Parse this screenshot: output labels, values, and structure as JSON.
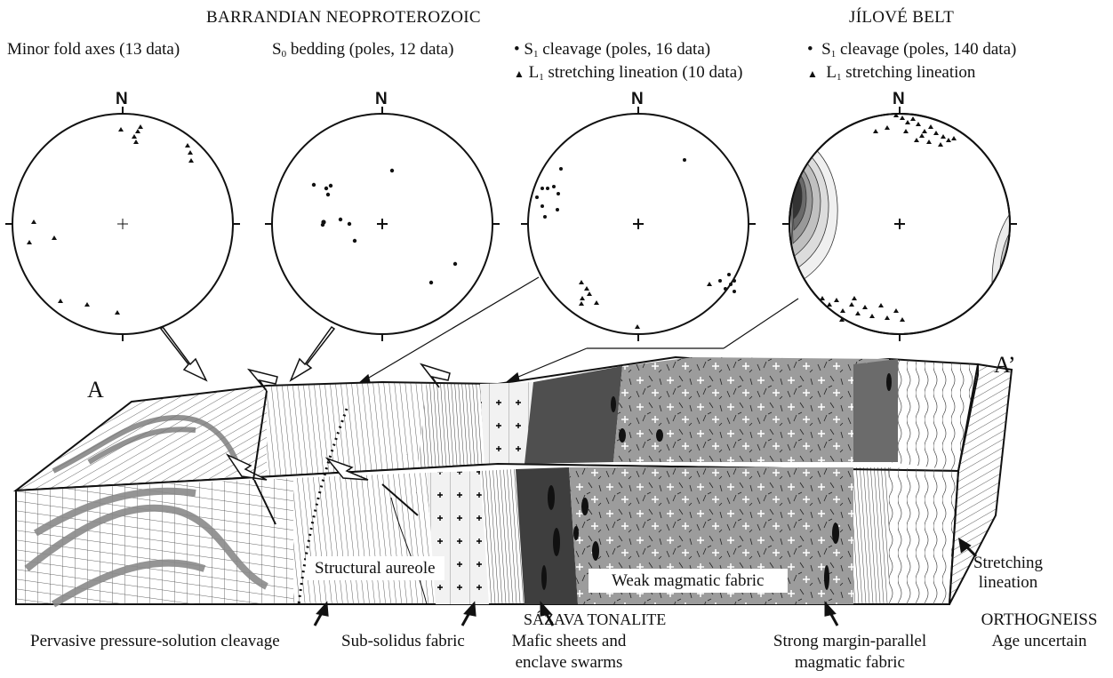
{
  "headers": {
    "left": "BARRANDIAN NEOPROTEROZOIC",
    "right": "JÍLOVÉ BELT"
  },
  "nets": {
    "fold_axes": "Minor fold axes (13 data)",
    "bedding_sym": "S",
    "bedding_sub": "0",
    "bedding_rest": "bedding (poles, 12 data)",
    "barr_cleavage_sym": "S",
    "barr_cleavage_sub": "1",
    "barr_cleavage_rest": " cleavage (poles, 16 data)",
    "barr_lineation_sym": "L",
    "barr_lineation_sub": "1",
    "barr_lineation_rest": " stretching lineation (10 data)",
    "jil_cleavage_sym": "S",
    "jil_cleavage_sub": "1",
    "jil_cleavage_rest": " cleavage (poles, 140 data)",
    "jil_lineation_sym": "L",
    "jil_lineation_sub": "1",
    "jil_lineation_rest": " stretching lineation",
    "north": "N"
  },
  "block": {
    "end_a": "A",
    "end_a_prime": "A’",
    "structural_aureole": "Structural aureole",
    "weak_fabric": "Weak magmatic fabric",
    "tonalite": "SÁZAVA TONALITE",
    "stretching": "Stretching",
    "lineation": "lineation",
    "orthogneiss": "ORTHOGNEISS",
    "age": "Age uncertain"
  },
  "callouts": {
    "pressure_solution": "Pervasive pressure-solution cleavage",
    "sub_solidus": "Sub-solidus fabric",
    "mafic_1": "Mafic sheets and",
    "mafic_2": "enclave swarms",
    "strong_1": "Strong margin-parallel",
    "strong_2": "magmatic fabric"
  },
  "colors": {
    "ink": "#111111",
    "light_grey": "#e6e6e6",
    "mid_grey": "#bdbdbd",
    "tonalite_grey": "#9c9c9c",
    "dark_grey": "#4a4a4a"
  }
}
